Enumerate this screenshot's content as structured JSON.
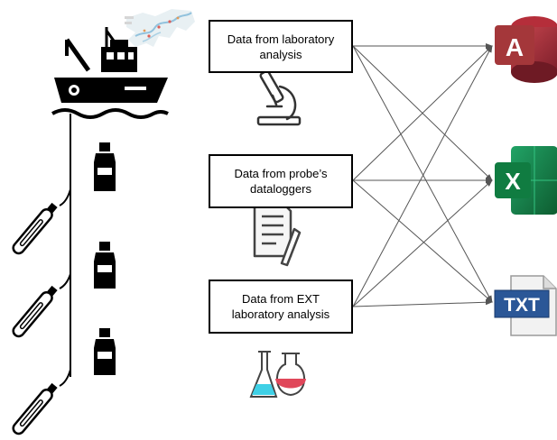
{
  "sources": [
    {
      "id": "lab",
      "line1": "Data from laboratory",
      "line2": "analysis",
      "icon": "microscope-icon"
    },
    {
      "id": "probe",
      "line1": "Data from probe’s",
      "line2": "dataloggers",
      "icon": "document-pen-icon"
    },
    {
      "id": "ext",
      "line1": "Data from EXT",
      "line2": "laboratory analysis",
      "icon": "lab-flasks-icon"
    }
  ],
  "outputs": [
    {
      "name": "Access",
      "icon": "access-database-icon",
      "letter": "A",
      "color": "#a4373a"
    },
    {
      "name": "Excel",
      "icon": "excel-spreadsheet-icon",
      "letter": "X",
      "color": "#1d6f42"
    },
    {
      "name": "Text file",
      "icon": "txt-file-icon",
      "letter": "TXT",
      "color": "#2b5797"
    }
  ],
  "links": "every source box connects by an arrow to every output file format",
  "field_equipment": {
    "vessel": "ship-icon",
    "map": "map-thumbnail-icon",
    "samples": [
      "sample-bottle-icon",
      "sample-bottle-icon",
      "sample-bottle-icon"
    ],
    "probes": [
      "probe-sensor-icon",
      "probe-sensor-icon",
      "probe-sensor-icon"
    ]
  }
}
